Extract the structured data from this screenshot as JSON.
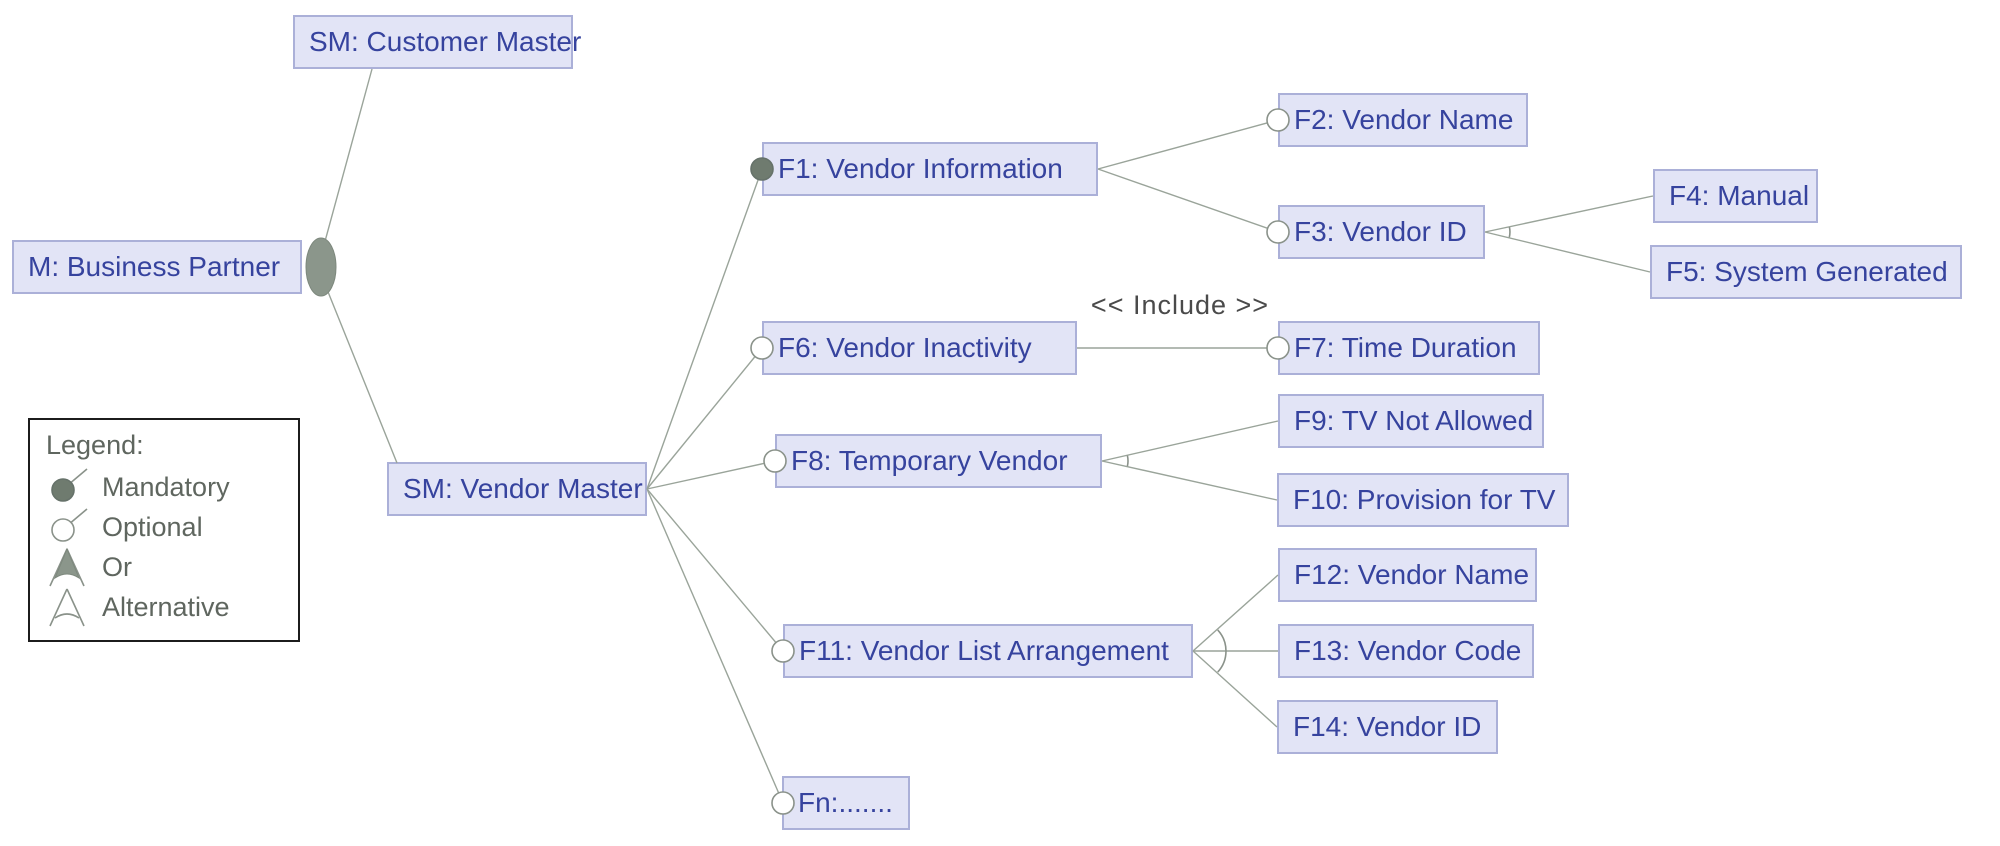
{
  "diagram": {
    "nodes": {
      "root": {
        "label": "M: Business Partner",
        "decorator": "none"
      },
      "customer_master": {
        "label": "SM: Customer Master",
        "decorator": "none"
      },
      "vendor_master": {
        "label": "SM: Vendor Master",
        "decorator": "none"
      },
      "f1": {
        "label": "F1: Vendor Information",
        "decorator": "mandatory"
      },
      "f2": {
        "label": "F2: Vendor Name",
        "decorator": "optional"
      },
      "f3": {
        "label": "F3: Vendor ID",
        "decorator": "optional"
      },
      "f4": {
        "label": "F4: Manual",
        "decorator": "none"
      },
      "f5": {
        "label": "F5: System Generated",
        "decorator": "none"
      },
      "f6": {
        "label": "F6: Vendor Inactivity",
        "decorator": "optional"
      },
      "f7": {
        "label": "F7: Time Duration",
        "decorator": "optional"
      },
      "f8": {
        "label": "F8: Temporary Vendor",
        "decorator": "optional"
      },
      "f9": {
        "label": "F9: TV Not Allowed",
        "decorator": "none"
      },
      "f10": {
        "label": "F10: Provision for TV",
        "decorator": "none"
      },
      "f11": {
        "label": "F11: Vendor List Arrangement",
        "decorator": "optional"
      },
      "f12": {
        "label": "F12: Vendor Name",
        "decorator": "none"
      },
      "f13": {
        "label": "F13: Vendor Code",
        "decorator": "none"
      },
      "f14": {
        "label": "F14: Vendor ID",
        "decorator": "none"
      },
      "fn": {
        "label": "Fn:.......",
        "decorator": "optional"
      }
    },
    "labels": {
      "include": "<< Include >>"
    },
    "relations": [
      {
        "parent": "M: Business Partner",
        "children": [
          "SM: Customer Master",
          "SM: Vendor Master"
        ],
        "type": "or"
      },
      {
        "parent": "SM: Vendor Master",
        "children": [
          "F1: Vendor Information",
          "F6: Vendor Inactivity",
          "F8: Temporary Vendor",
          "F11: Vendor List Arrangement",
          "Fn:......."
        ],
        "type": "decomposition"
      },
      {
        "parent": "F1: Vendor Information",
        "children": [
          "F2: Vendor Name",
          "F3: Vendor ID"
        ],
        "type": "decomposition"
      },
      {
        "parent": "F3: Vendor ID",
        "children": [
          "F4: Manual",
          "F5: System Generated"
        ],
        "type": "alternative"
      },
      {
        "parent": "F6: Vendor Inactivity",
        "children": [
          "F7: Time Duration"
        ],
        "type": "include"
      },
      {
        "parent": "F8: Temporary Vendor",
        "children": [
          "F9: TV Not Allowed",
          "F10: Provision for TV"
        ],
        "type": "alternative"
      },
      {
        "parent": "F11: Vendor List Arrangement",
        "children": [
          "F12: Vendor Name",
          "F13: Vendor Code",
          "F14: Vendor ID"
        ],
        "type": "alternative"
      }
    ],
    "legend": {
      "title": "Legend:",
      "items": [
        {
          "symbol": "mandatory-icon",
          "label": "Mandatory"
        },
        {
          "symbol": "optional-icon",
          "label": "Optional"
        },
        {
          "symbol": "or-icon",
          "label": "Or"
        },
        {
          "symbol": "alternative-icon",
          "label": "Alternative"
        }
      ]
    },
    "colors": {
      "node_fill": "#e2e4f6",
      "node_border": "#abb0d8",
      "node_text": "#36439e",
      "edge": "#9aa49a",
      "mandatory_fill": "#6f7b6f",
      "or_group_fill": "#8b968b",
      "legend_text": "#5f665f",
      "include_text": "#4a4a4a"
    }
  }
}
